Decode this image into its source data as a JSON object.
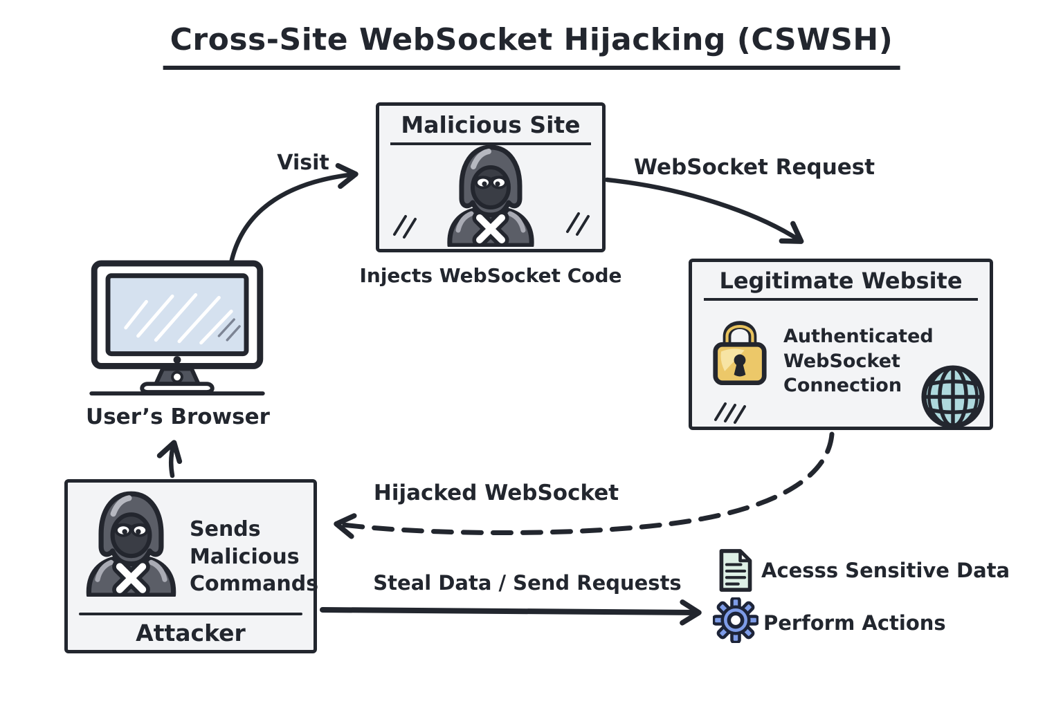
{
  "title": "Cross-Site WebSocket Hijacking (CSWSH)",
  "user_browser": {
    "icon": "monitor-icon",
    "label": "User’s Browser"
  },
  "malicious_site": {
    "title": "Malicious Site",
    "icon": "hacker-icon",
    "caption": "Injects WebSocket Code"
  },
  "legitimate_website": {
    "title": "Legitimate Website",
    "body": "Authenticated WebSocket Connection",
    "icons": [
      "lock-icon",
      "globe-icon"
    ]
  },
  "attacker": {
    "title": "Attacker",
    "body": "Sends Malicious Commands",
    "icon": "hacker-icon"
  },
  "arrows": {
    "visit": {
      "label": "Visit",
      "style": "solid-curved"
    },
    "websocket_request": {
      "label": "WebSocket Request",
      "style": "solid-curved"
    },
    "hijacked_websocket": {
      "label": "Hijacked WebSocket",
      "style": "dashed-curved"
    },
    "attacker_to_browser": {
      "style": "solid-short-up"
    },
    "steal_data": {
      "label": "Steal Data / Send Requests",
      "style": "solid-straight"
    }
  },
  "outcomes": [
    {
      "icon": "document-icon",
      "label": "Acesss Sensitive Data"
    },
    {
      "icon": "gear-icon",
      "label": "Perform Actions"
    }
  ],
  "colors": {
    "ink": "#22262e",
    "box_bg": "#f3f4f6",
    "screen_blue": "#d5e1ef",
    "lock_gold": "#ecc869",
    "globe_teal": "#aed9dd",
    "document_mint": "#def0e6",
    "gear_blue": "#7e9ce8",
    "hoodie_gray": "#5b5e67"
  }
}
